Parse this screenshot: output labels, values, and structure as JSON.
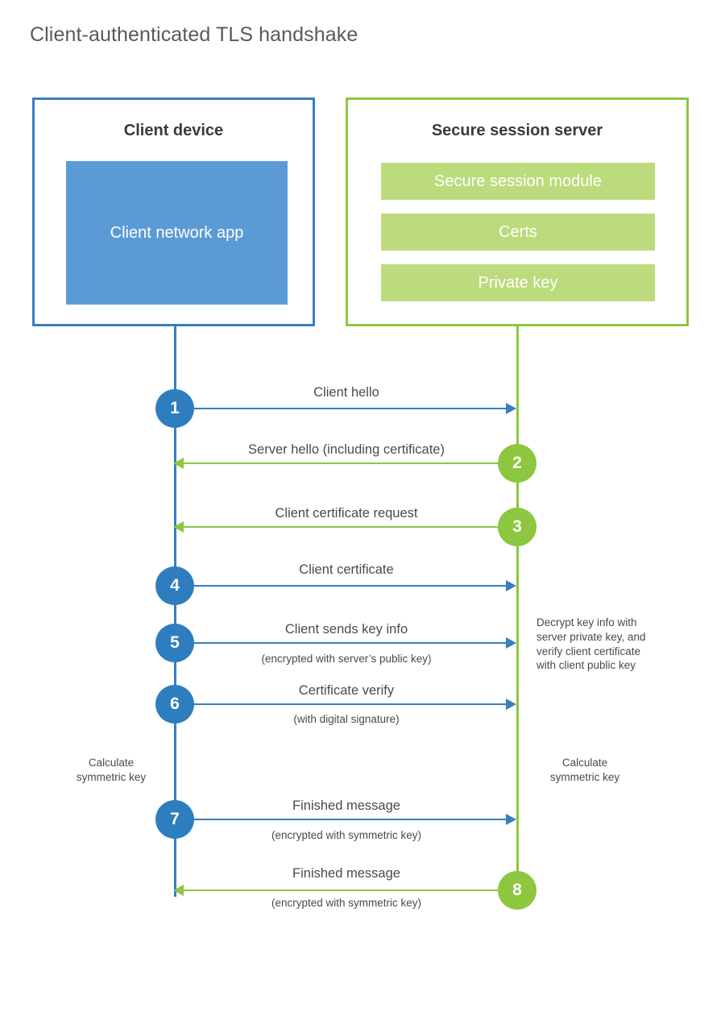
{
  "title": "Client-authenticated TLS handshake",
  "colors": {
    "client_blue": "#3A7EBF",
    "client_app_fill": "#5B9BD5",
    "server_green": "#8DC63F",
    "server_bar_fill": "#BCDB7C",
    "step_blue": "#2E7EBF",
    "text": "#4a4a4a",
    "title_text": "#595959"
  },
  "parties": {
    "client": {
      "title": "Client device",
      "components": [
        {
          "label": "Client network app"
        }
      ]
    },
    "server": {
      "title": "Secure session server",
      "components": [
        {
          "label": "Secure session module"
        },
        {
          "label": "Certs"
        },
        {
          "label": "Private key"
        }
      ]
    }
  },
  "steps": [
    {
      "number": "1",
      "label": "Client hello",
      "sublabel": "",
      "direction": "client-to-server",
      "color": "blue"
    },
    {
      "number": "2",
      "label": "Server hello (including certificate)",
      "sublabel": "",
      "direction": "server-to-client",
      "color": "green"
    },
    {
      "number": "3",
      "label": "Client certificate request",
      "sublabel": "",
      "direction": "server-to-client",
      "color": "green"
    },
    {
      "number": "4",
      "label": "Client certificate",
      "sublabel": "",
      "direction": "client-to-server",
      "color": "blue"
    },
    {
      "number": "5",
      "label": "Client sends key info",
      "sublabel": "(encrypted with server’s public key)",
      "direction": "client-to-server",
      "color": "blue"
    },
    {
      "number": "6",
      "label": "Certificate verify",
      "sublabel": "(with digital signature)",
      "direction": "client-to-server",
      "color": "blue"
    },
    {
      "number": "7",
      "label": "Finished message",
      "sublabel": "(encrypted with symmetric key)",
      "direction": "client-to-server",
      "color": "blue"
    },
    {
      "number": "8",
      "label": "Finished message",
      "sublabel": "(encrypted with symmetric key)",
      "direction": "server-to-client",
      "color": "green"
    }
  ],
  "notes": {
    "server_decrypt": "Decrypt key info with\nserver private key, and\nverify client certificate\nwith client public key",
    "server_decrypt_lines": [
      "Decrypt key info with",
      "server private key, and",
      "verify client certificate",
      "with client public key"
    ],
    "client_calc": "Calculate\nsymmetric key",
    "client_calc_lines": [
      "Calculate",
      "symmetric key"
    ],
    "server_calc": "Calculate\nsymmetric key",
    "server_calc_lines": [
      "Calculate",
      "symmetric key"
    ]
  }
}
